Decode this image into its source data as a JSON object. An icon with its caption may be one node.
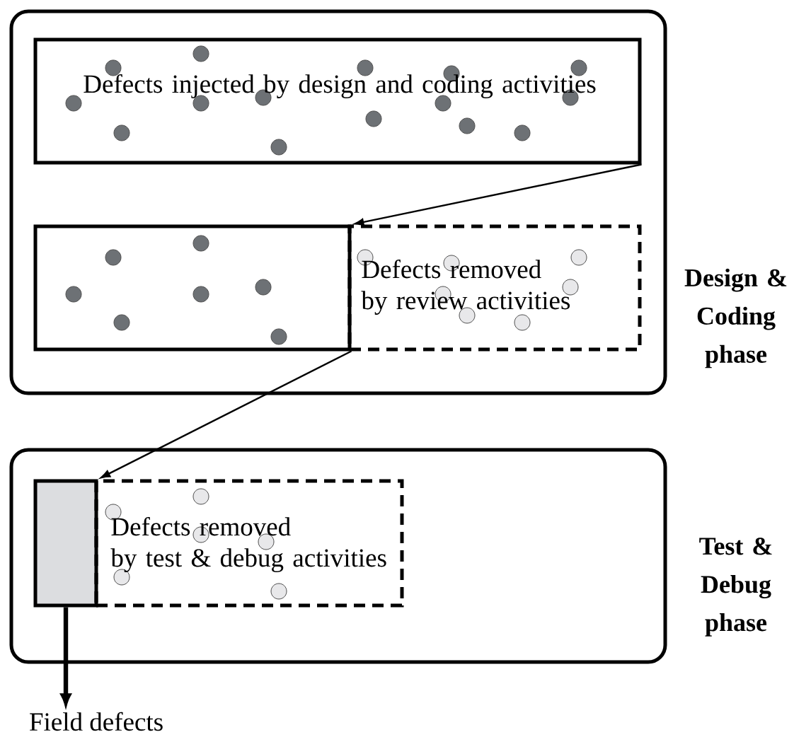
{
  "diagram": {
    "nodes": [
      {
        "text": [
          "Design & Coding phase"
        ]
      },
      {
        "text": [
          "Defects injected by design and coding activities"
        ],
        "in": 0
      },
      {
        "text": [],
        "shape": "box",
        "in": 0
      },
      {
        "text": [
          "Defects removed by review activities"
        ],
        "in": 0
      },
      {
        "text": [
          "Test & Debug phase"
        ]
      },
      {
        "text": [],
        "shape": "box",
        "in": 4
      },
      {
        "text": [
          "Defects removed by test & debug activities"
        ],
        "in": 4
      },
      {
        "text": [
          "Field defects"
        ]
      }
    ],
    "edges": [
      {
        "from": 1,
        "to": 2,
        "arrow": "to"
      },
      {
        "from": 2,
        "to": 5,
        "arrow": "to"
      },
      {
        "from": 5,
        "to": 7,
        "arrow": "to",
        "style": "thick"
      }
    ]
  }
}
